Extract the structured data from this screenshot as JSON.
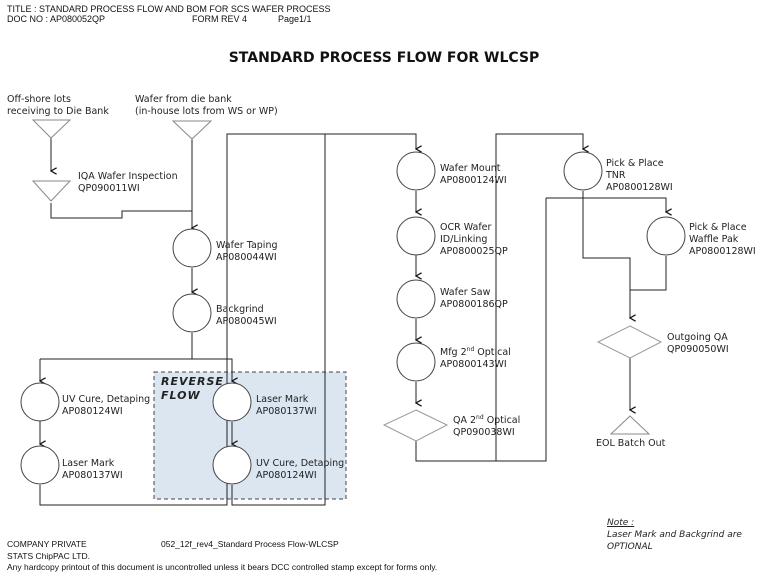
{
  "header": {
    "title_line": "TITLE : STANDARD PROCESS FLOW AND BOM FOR SCS WAFER PROCESS",
    "doc_no": "DOC NO : AP080052QP",
    "form_rev": "FORM REV 4",
    "page": "Page1/1"
  },
  "diagram_title": "STANDARD PROCESS FLOW FOR WLCSP",
  "inputs": {
    "offshore": {
      "line1": "Off-shore lots",
      "line2": "receiving to Die Bank"
    },
    "die_bank": {
      "line1": "Wafer from die bank",
      "line2": "(in-house lots from WS or WP)"
    }
  },
  "steps": {
    "iqa": {
      "name": "IQA Wafer Inspection",
      "code": "QP090011WI"
    },
    "wafer_taping": {
      "name": "Wafer Taping",
      "code": "AP080044WI"
    },
    "backgrind": {
      "name": "Backgrind",
      "code": "AP080045WI"
    },
    "uv_cure_left": {
      "name": "UV Cure, Detaping",
      "code": "AP080124WI"
    },
    "laser_mark_left": {
      "name": "Laser Mark",
      "code": "AP080137WI"
    },
    "laser_mark_rev": {
      "name": "Laser Mark",
      "code": "AP080137WI"
    },
    "uv_cure_rev": {
      "name": "UV Cure, Detaping",
      "code": "AP080124WI"
    },
    "wafer_mount": {
      "name": "Wafer Mount",
      "code": "AP0800124WI"
    },
    "ocr": {
      "name1": "OCR Wafer",
      "name2": "ID/Linking",
      "code": "AP0800025QP"
    },
    "wafer_saw": {
      "name": "Wafer Saw",
      "code": "AP0800186QP"
    },
    "mfg_optical": {
      "name_pre": "Mfg 2",
      "sup": "nd",
      "name_post": " Optical",
      "code": "AP0800143WI"
    },
    "qa_optical": {
      "name_pre": "QA 2",
      "sup": "nd",
      "name_post": " Optical",
      "code": "QP090038WI"
    },
    "pnp_tnr": {
      "name1": "Pick & Place",
      "name2": "TNR",
      "code": "AP0800128WI"
    },
    "pnp_waffle": {
      "name1": "Pick & Place",
      "name2": "Waffle Pak",
      "code": "AP0800128WI"
    },
    "outgoing_qa": {
      "name": "Outgoing QA",
      "code": "QP090050WI"
    },
    "eol": {
      "name": "EOL Batch Out"
    }
  },
  "reverse_flow": {
    "line1": "REVERSE",
    "line2": "FLOW",
    "fill": "#dce6f1",
    "border": "#444444"
  },
  "note": {
    "heading": "Note :",
    "line1": "Laser Mark and Backgrind are",
    "line2": "OPTIONAL"
  },
  "footer": {
    "company_private": "COMPANY PRIVATE",
    "file_name": "052_12f_rev4_Standard Process Flow-WLCSP",
    "company": "STATS ChipPAC LTD.",
    "disclaimer": "Any hardcopy printout of this document is uncontrolled unless it bears DCC controlled stamp except for forms only."
  }
}
